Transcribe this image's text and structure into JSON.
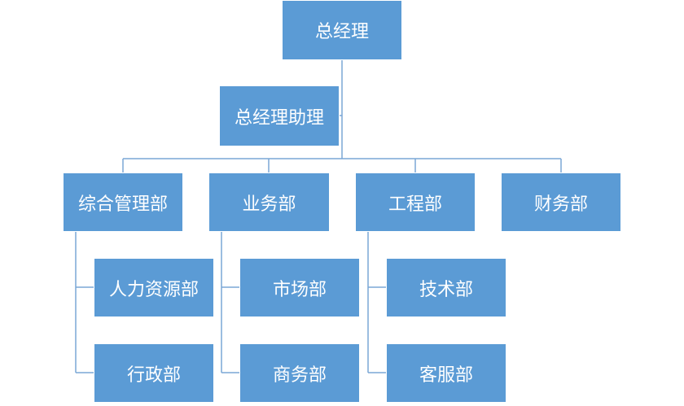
{
  "org_chart": {
    "top": {
      "label": "总经理"
    },
    "assistant": {
      "label": "总经理助理"
    },
    "departments": [
      {
        "label": "综合管理部",
        "children": [
          "人力资源部",
          "行政部"
        ]
      },
      {
        "label": "业务部",
        "children": [
          "市场部",
          "商务部"
        ]
      },
      {
        "label": "工程部",
        "children": [
          "技术部",
          "客服部"
        ]
      },
      {
        "label": "财务部",
        "children": []
      }
    ]
  },
  "colors": {
    "box_fill": "#5b9bd5",
    "box_text": "#ffffff",
    "connector": "#7aa7d6"
  }
}
